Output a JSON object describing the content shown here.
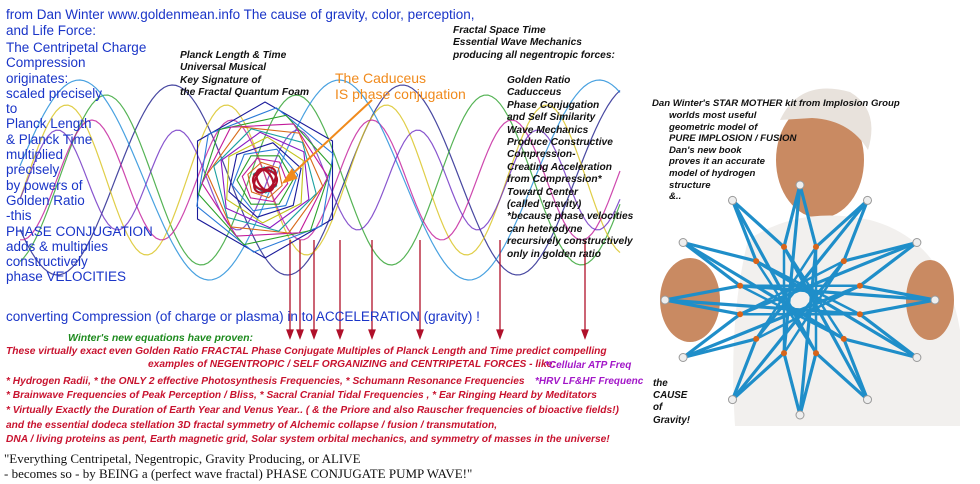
{
  "header": {
    "line1": "from Dan Winter   www.goldenmean.info   The cause of gravity, color, perception,",
    "line2": "and Life Force:"
  },
  "left_column": [
    "The Centripetal Charge",
    "Compression",
    "originates:",
    "scaled precisely",
    "to",
    "Planck Length",
    "& Planck Time",
    "multiplied",
    "precisely",
    "by powers of",
    "Golden Ratio",
    "-this",
    "PHASE CONJUGATION",
    "adds & multiplies",
    "constructively",
    "phase VELOCITIES"
  ],
  "converting_line": "converting Compression (of charge or plasma) in to ACCELERATION  (gravity) !",
  "planck_label": [
    "Planck Length & Time",
    "Universal Musical",
    "Key Signature of",
    "the Fractal Quantum Foam"
  ],
  "caduceus_label": [
    "The Caduceus",
    "IS phase conjugation"
  ],
  "fractal_label": [
    "Fractal Space Time",
    "Essential Wave Mechanics",
    "producing all negentropic forces:"
  ],
  "right_list": [
    "Golden Ratio",
    "Caducceus",
    "Phase Conjugation",
    "and Self Similarity",
    "Wave Mechanics",
    "Produce Constructive",
    "Compression-",
    "Creating Acceleration",
    "from Compression*",
    "Toward Center",
    "(called 'gravity)",
    "*because phase velocities",
    "can heterodyne",
    "recursively constructively",
    "only in golden ratio"
  ],
  "photo_caption": {
    "line1": "Dan Winter's  STAR MOTHER kit   from Implosion Group",
    "rest": [
      "worlds most useful",
      "geometric model of",
      "PURE IMPLOSION / FUSION",
      " Dan's new book",
      "proves it an accurate",
      "model of hydrogen",
      "structure",
      "&.."
    ],
    "bottom": [
      "the",
      "CAUSE",
      "of",
      "Gravity!"
    ]
  },
  "equations_heading": "Winter's new equations have proven:",
  "red_lines": [
    "These virtually exact even Golden Ratio FRACTAL  Phase Conjugate Multiples of Planck Length and Time predict compelling",
    "examples of NEGENTROPIC / SELF ORGANIZING and  CENTRIPETAL  FORCES - like:",
    "* Hydrogen Radii, * the ONLY 2 effective Photosynthesis Frequencies, * Schumann Resonance Frequencies",
    "* Brainwave Frequencies of Peak Perception / Bliss,   * Sacral Cranial Tidal Frequencies , * Ear Ringing Heard by Meditators",
    "* Virtually Exactly the Duration of Earth Year and Venus Year..  ( & the Priore and also Rauscher frequencies of bioactive fields!)",
    "and the essential dodeca stellation 3D fractal symmetry  of Alchemic collapse / fusion / transmutation,",
    "DNA / living proteins as pent,  Earth magnetic grid, Solar system orbital mechanics, and symmetry of masses in the universe!"
  ],
  "purple": {
    "atp": "*Cellular ATP Freq",
    "hrv": "*HRV LF&HF Frequenc"
  },
  "quote": [
    "\"Everything Centripetal, Negentropic, Gravity Producing, or ALIVE",
    "- becomes so - by BEING a (perfect wave fractal) PHASE CONJUGATE PUMP WAVE!\""
  ],
  "colors": {
    "blue_text": "#1a35c8",
    "red_text": "#c8132f",
    "green_text": "#1d8a1d",
    "purple_text": "#a216c8",
    "orange_text": "#f08a1c",
    "background": "#ffffff"
  }
}
